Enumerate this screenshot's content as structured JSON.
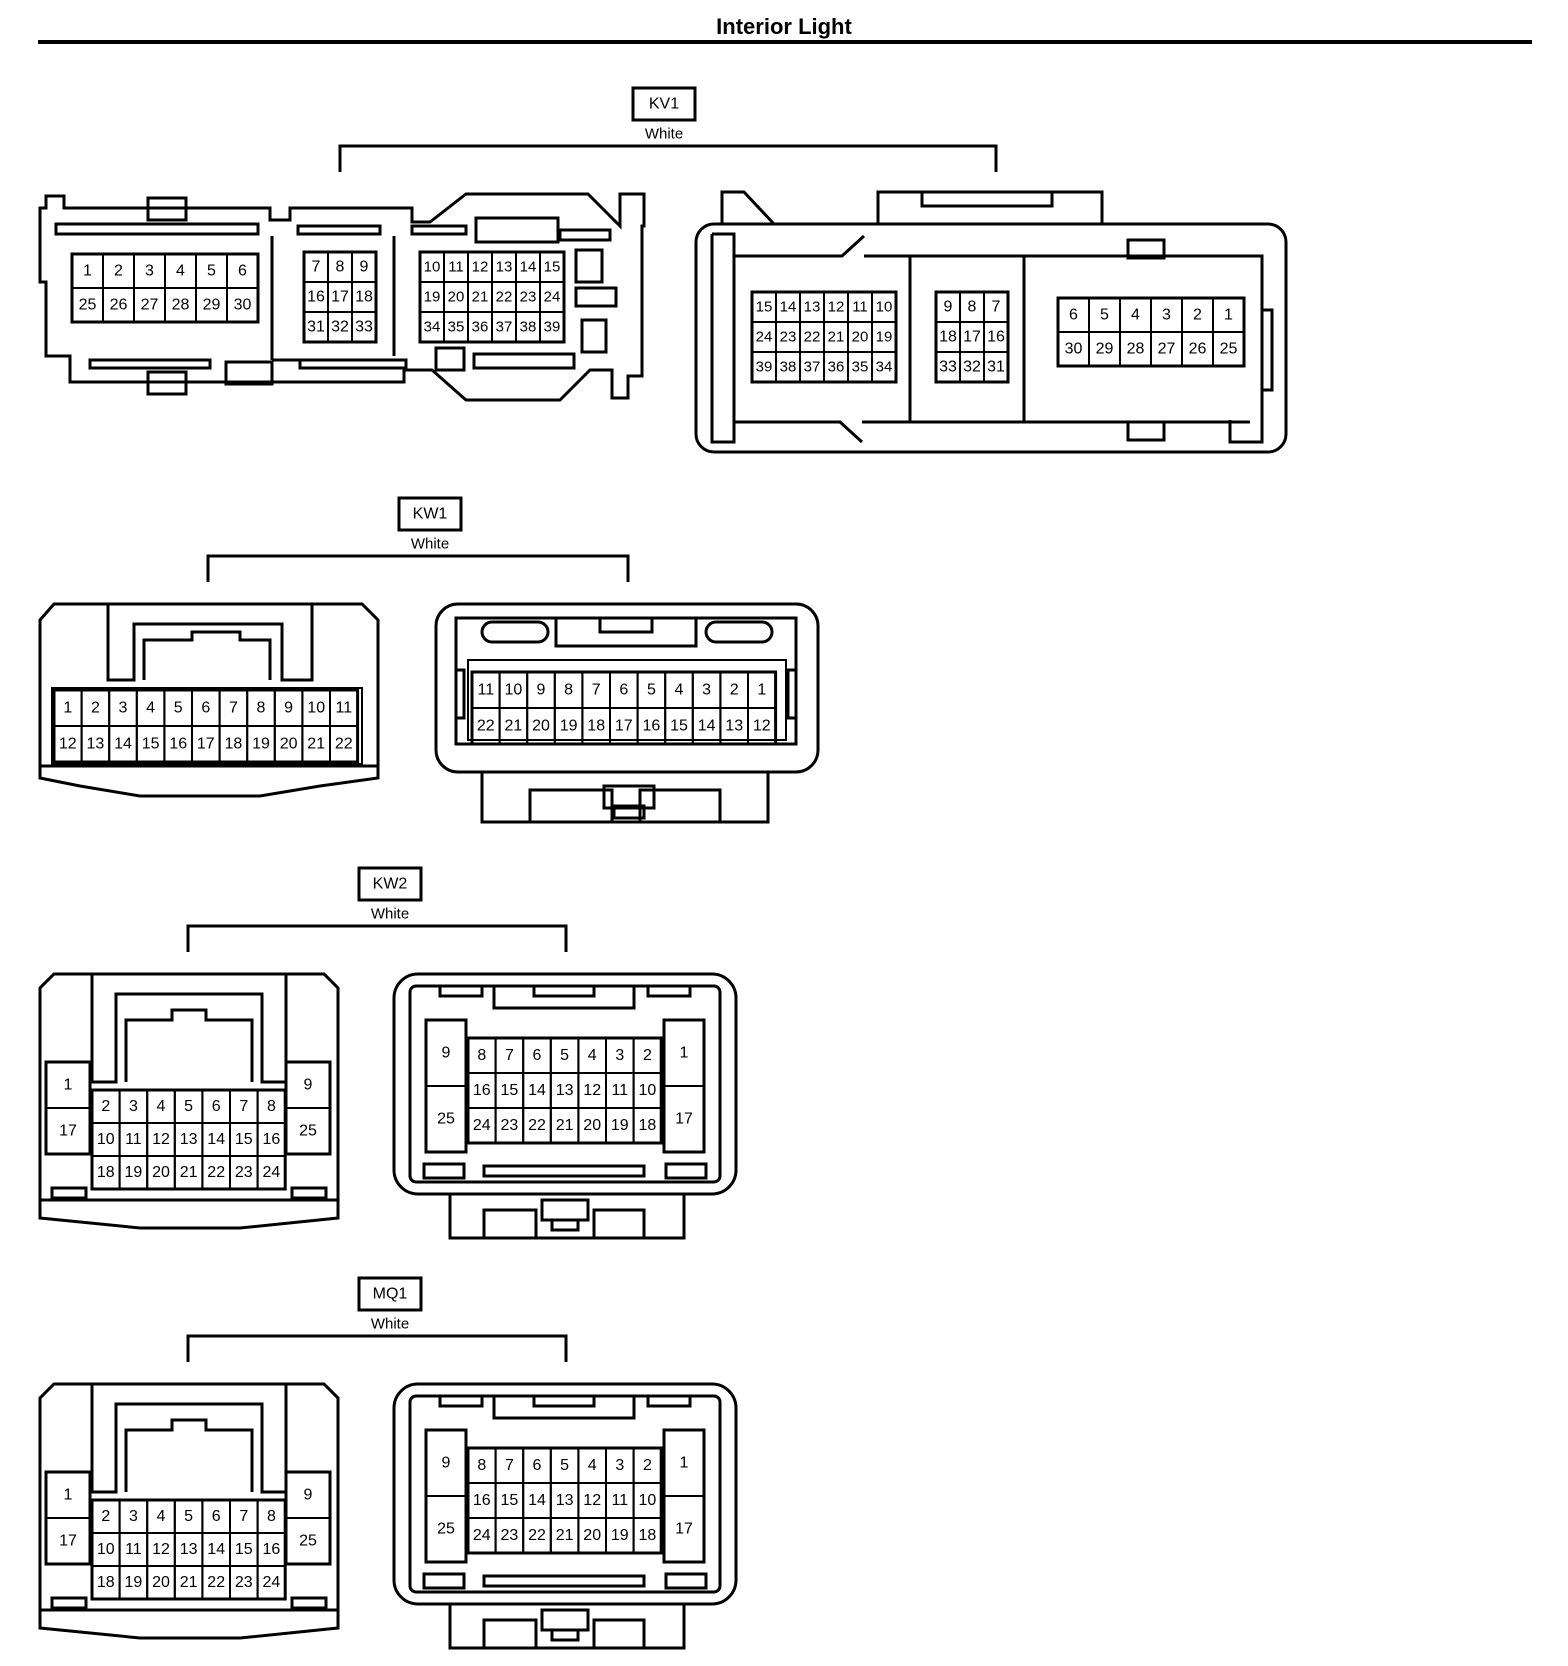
{
  "title": "Interior Light",
  "connectors": [
    {
      "id": "KV1",
      "color": "White",
      "views": [
        {
          "blocks": [
            {
              "rows": [
                [
                  "1",
                  "2",
                  "3",
                  "4",
                  "5",
                  "6"
                ],
                [
                  "25",
                  "26",
                  "27",
                  "28",
                  "29",
                  "30"
                ]
              ]
            },
            {
              "rows": [
                [
                  "7",
                  "8",
                  "9"
                ],
                [
                  "16",
                  "17",
                  "18"
                ],
                [
                  "31",
                  "32",
                  "33"
                ]
              ]
            },
            {
              "rows": [
                [
                  "10",
                  "11",
                  "12",
                  "13",
                  "14",
                  "15"
                ],
                [
                  "19",
                  "20",
                  "21",
                  "22",
                  "23",
                  "24"
                ],
                [
                  "34",
                  "35",
                  "36",
                  "37",
                  "38",
                  "39"
                ]
              ]
            }
          ]
        },
        {
          "blocks": [
            {
              "rows": [
                [
                  "15",
                  "14",
                  "13",
                  "12",
                  "11",
                  "10"
                ],
                [
                  "24",
                  "23",
                  "22",
                  "21",
                  "20",
                  "19"
                ],
                [
                  "39",
                  "38",
                  "37",
                  "36",
                  "35",
                  "34"
                ]
              ]
            },
            {
              "rows": [
                [
                  "9",
                  "8",
                  "7"
                ],
                [
                  "18",
                  "17",
                  "16"
                ],
                [
                  "33",
                  "32",
                  "31"
                ]
              ]
            },
            {
              "rows": [
                [
                  "6",
                  "5",
                  "4",
                  "3",
                  "2",
                  "1"
                ],
                [
                  "30",
                  "29",
                  "28",
                  "27",
                  "26",
                  "25"
                ]
              ]
            }
          ]
        }
      ]
    },
    {
      "id": "KW1",
      "color": "White",
      "views": [
        {
          "rows": [
            [
              "1",
              "2",
              "3",
              "4",
              "5",
              "6",
              "7",
              "8",
              "9",
              "10",
              "11"
            ],
            [
              "12",
              "13",
              "14",
              "15",
              "16",
              "17",
              "18",
              "19",
              "20",
              "21",
              "22"
            ]
          ]
        },
        {
          "rows": [
            [
              "11",
              "10",
              "9",
              "8",
              "7",
              "6",
              "5",
              "4",
              "3",
              "2",
              "1"
            ],
            [
              "22",
              "21",
              "20",
              "19",
              "18",
              "17",
              "16",
              "15",
              "14",
              "13",
              "12"
            ]
          ]
        }
      ]
    },
    {
      "id": "KW2",
      "color": "White",
      "views": [
        {
          "left": [
            "1",
            "17"
          ],
          "right": [
            "9",
            "25"
          ],
          "rows": [
            [
              "2",
              "3",
              "4",
              "5",
              "6",
              "7",
              "8"
            ],
            [
              "10",
              "11",
              "12",
              "13",
              "14",
              "15",
              "16"
            ],
            [
              "18",
              "19",
              "20",
              "21",
              "22",
              "23",
              "24"
            ]
          ]
        },
        {
          "left": [
            "9",
            "25"
          ],
          "right": [
            "1",
            "17"
          ],
          "rows": [
            [
              "8",
              "7",
              "6",
              "5",
              "4",
              "3",
              "2"
            ],
            [
              "16",
              "15",
              "14",
              "13",
              "12",
              "11",
              "10"
            ],
            [
              "24",
              "23",
              "22",
              "21",
              "20",
              "19",
              "18"
            ]
          ]
        }
      ]
    },
    {
      "id": "MQ1",
      "color": "White",
      "views": [
        {
          "left": [
            "1",
            "17"
          ],
          "right": [
            "9",
            "25"
          ],
          "rows": [
            [
              "2",
              "3",
              "4",
              "5",
              "6",
              "7",
              "8"
            ],
            [
              "10",
              "11",
              "12",
              "13",
              "14",
              "15",
              "16"
            ],
            [
              "18",
              "19",
              "20",
              "21",
              "22",
              "23",
              "24"
            ]
          ]
        },
        {
          "left": [
            "9",
            "25"
          ],
          "right": [
            "1",
            "17"
          ],
          "rows": [
            [
              "8",
              "7",
              "6",
              "5",
              "4",
              "3",
              "2"
            ],
            [
              "16",
              "15",
              "14",
              "13",
              "12",
              "11",
              "10"
            ],
            [
              "24",
              "23",
              "22",
              "21",
              "20",
              "19",
              "18"
            ]
          ]
        }
      ]
    }
  ]
}
